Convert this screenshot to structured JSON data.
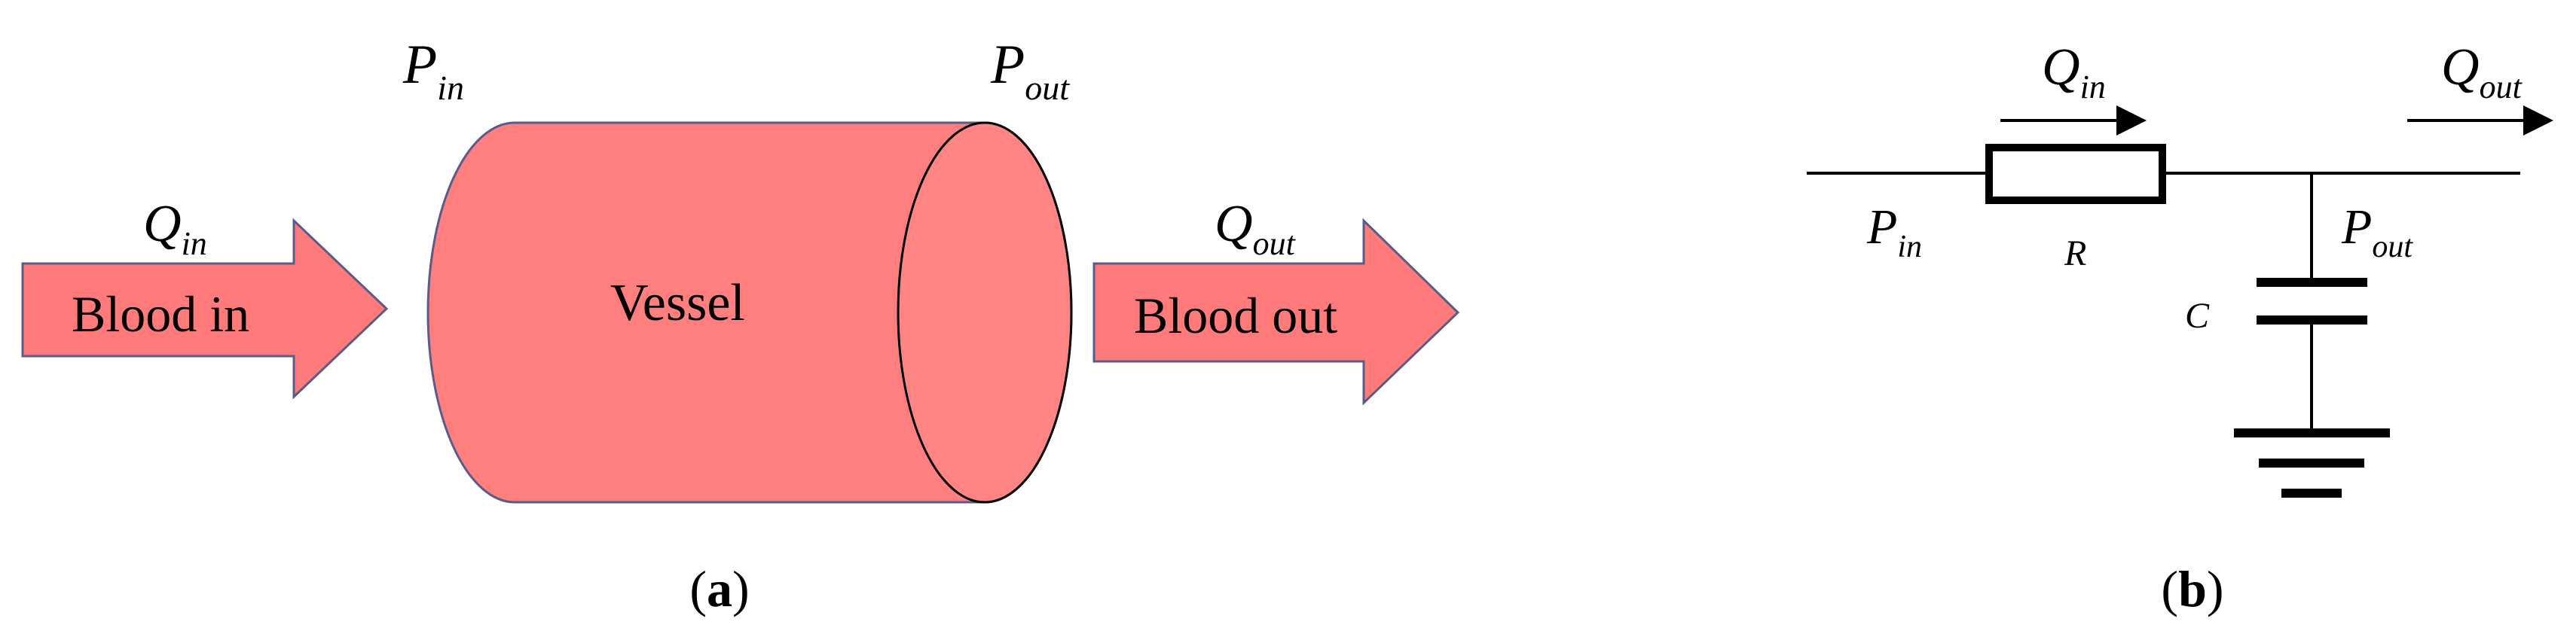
{
  "panel_a": {
    "caption_letter": "a",
    "vessel_label": "Vessel",
    "inflow_label": "Blood in",
    "outflow_label": "Blood out",
    "q_in": {
      "symbol": "Q",
      "sub": "in"
    },
    "q_out": {
      "symbol": "Q",
      "sub": "out"
    },
    "p_in": {
      "symbol": "P",
      "sub": "in"
    },
    "p_out": {
      "symbol": "P",
      "sub": "out"
    },
    "colors": {
      "vessel_body": "#ff7f7f",
      "vessel_cap": "#ff8585",
      "arrow_fill": "#ff7b7b",
      "outline": "#5b5b8a"
    }
  },
  "panel_b": {
    "caption_letter": "b",
    "q_in": {
      "symbol": "Q",
      "sub": "in"
    },
    "q_out": {
      "symbol": "Q",
      "sub": "out"
    },
    "p_in": {
      "symbol": "P",
      "sub": "in"
    },
    "p_out": {
      "symbol": "P",
      "sub": "out"
    },
    "resistor_label": "R",
    "capacitor_label": "C"
  }
}
